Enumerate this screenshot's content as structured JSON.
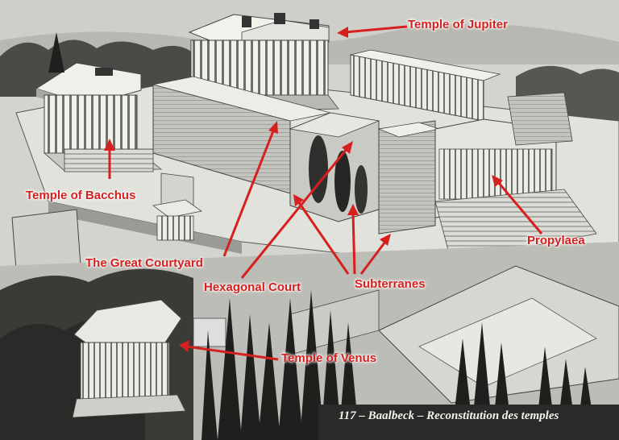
{
  "labels": {
    "temple_of_jupiter": "Temple of Jupiter",
    "temple_of_bacchus": "Temple of Bacchus",
    "great_courtyard": "The Great Courtyard",
    "hexagonal_court": "Hexagonal Court",
    "subterranes": "Subterranes",
    "propylaea": "Propylaea",
    "temple_of_venus": "Temple of Venus"
  },
  "caption": "117 – Baalbeck – Reconstitution des temples",
  "colors": {
    "annotation": "#d61f1f",
    "ink": "#2a2a2a",
    "paper": "#d9d9d4",
    "stone_light": "#e9e9e4",
    "stone_mid": "#bdbdb7",
    "stone_dark": "#7d7d78",
    "foliage": "#2b2b2b"
  }
}
